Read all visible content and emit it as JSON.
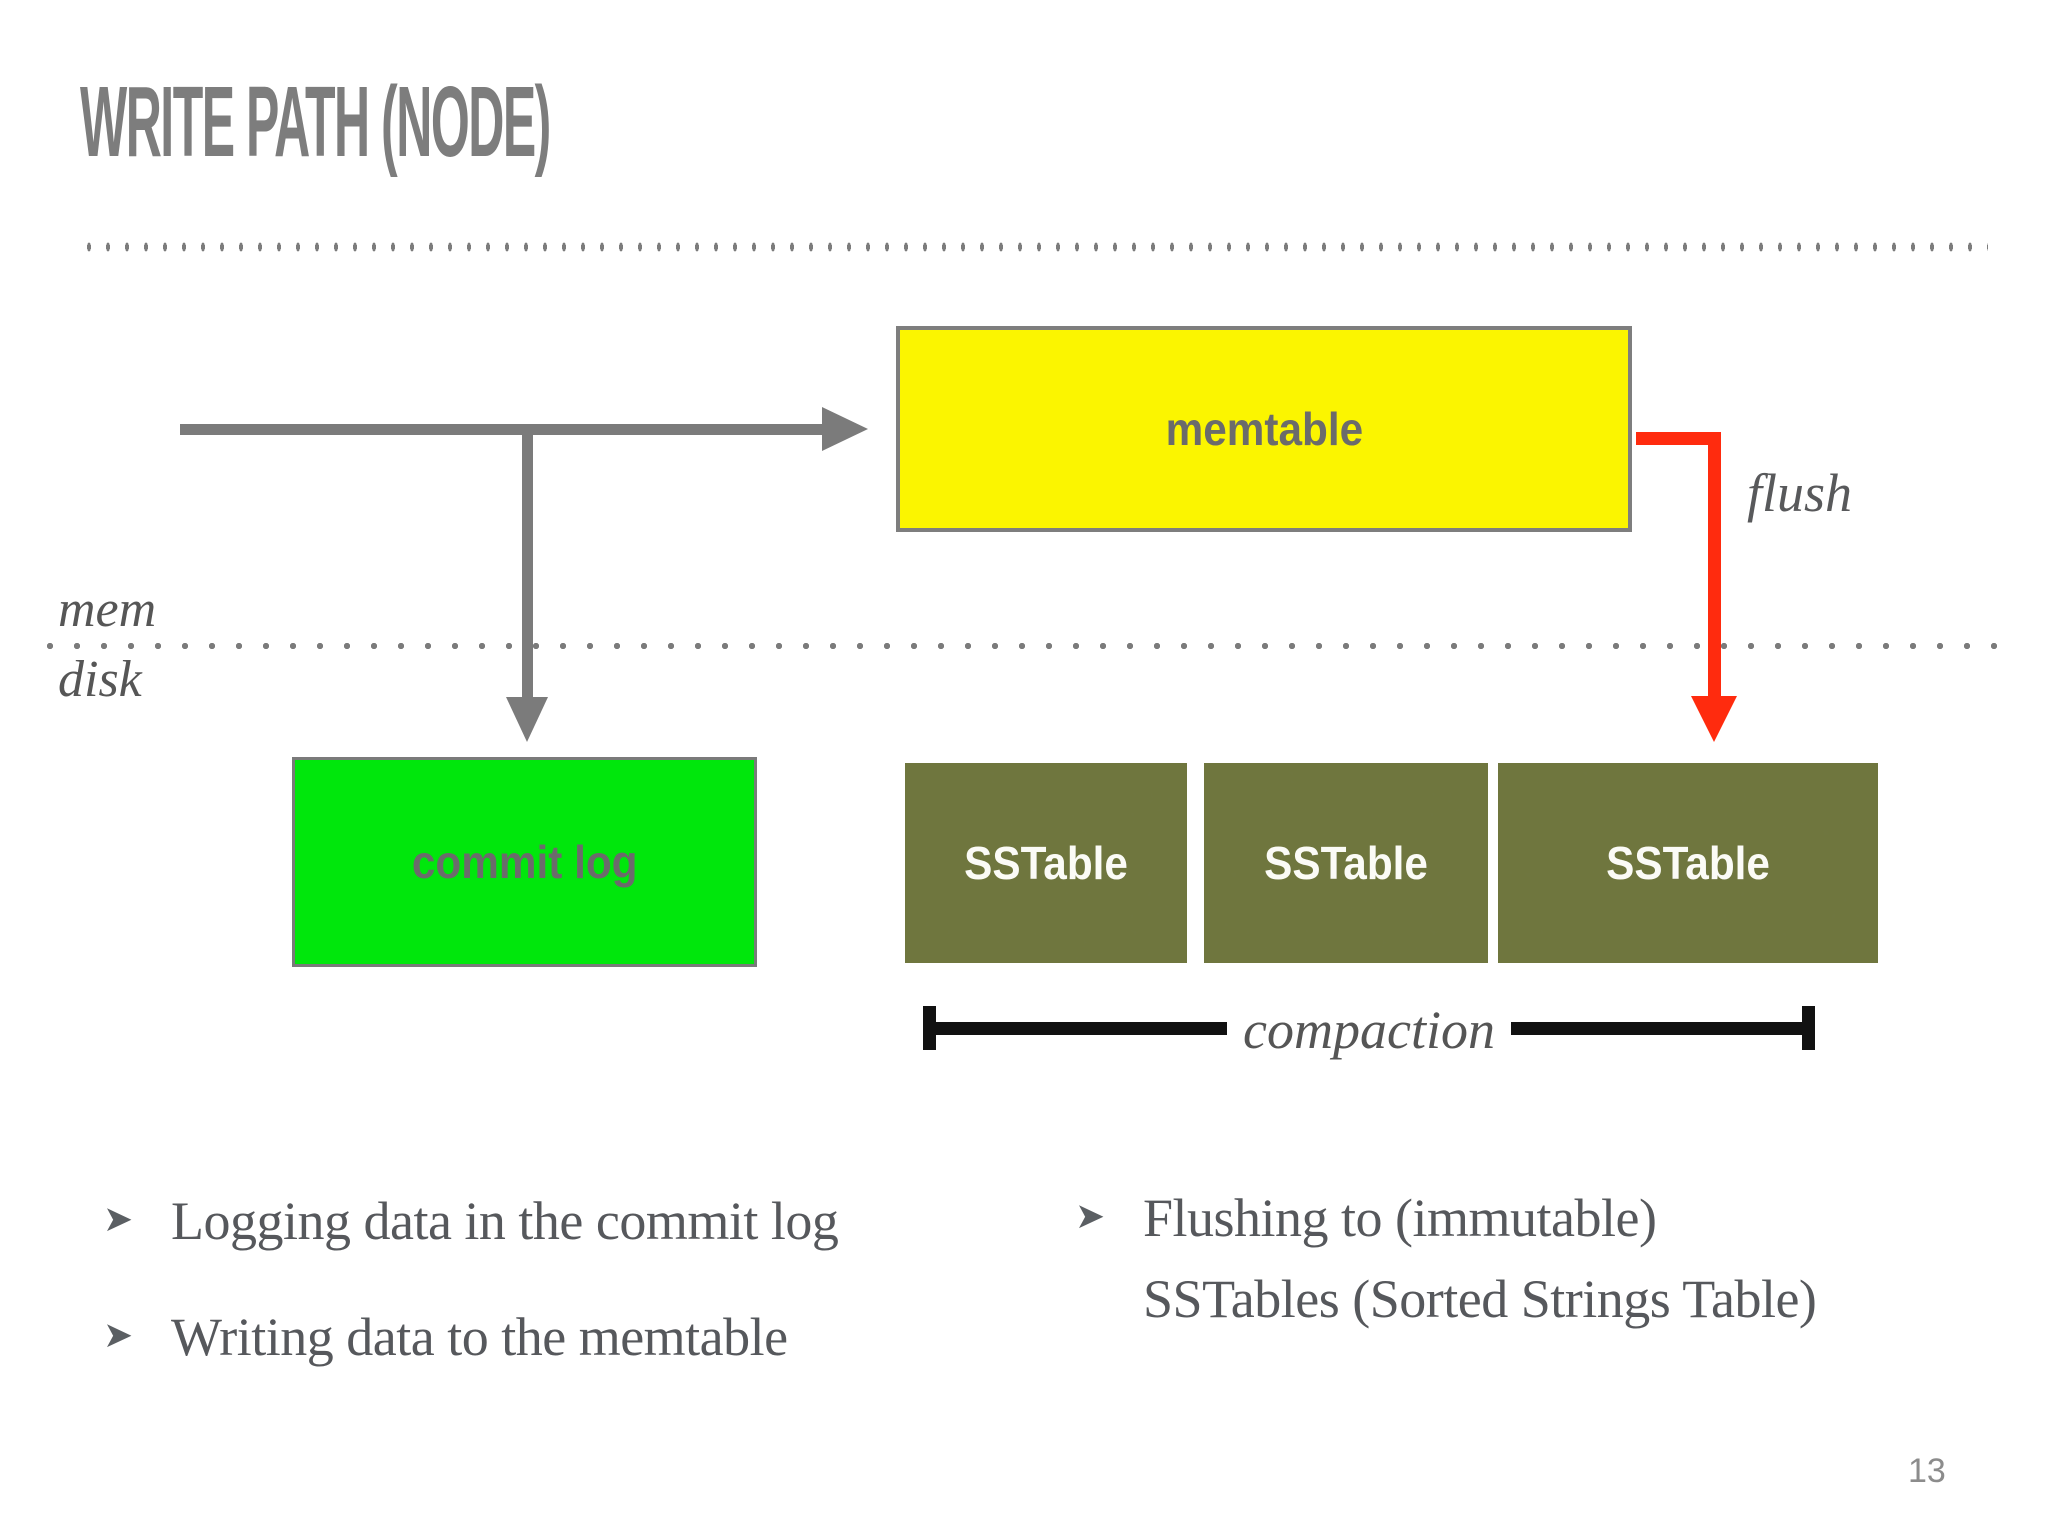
{
  "slide": {
    "title": "WRITE PATH (NODE)",
    "page_number": "13"
  },
  "diagram": {
    "memtable_label": "memtable",
    "commit_log_label": "commit log",
    "sstable_labels": [
      "SSTable",
      "SSTable",
      "SSTable"
    ],
    "flush_label": "flush",
    "compaction_label": "compaction",
    "mem_label": "mem",
    "disk_label": "disk"
  },
  "bullets": {
    "marker": "➤",
    "left": [
      "Logging data in the commit log",
      "Writing data to the memtable"
    ],
    "right_lines": [
      "Flushing to (immutable)",
      "SSTables (Sorted Strings Table)"
    ]
  },
  "colors": {
    "memtable_fill": "#fbf500",
    "commit_log_fill": "#00e70c",
    "sstable_fill": "#6f763e",
    "arrow_gray": "#7b7b7b",
    "flush_arrow_red": "#ff2b0e",
    "title_gray": "#7d7d7d",
    "body_text_gray": "#56585c",
    "compaction_line_black": "#111111"
  }
}
